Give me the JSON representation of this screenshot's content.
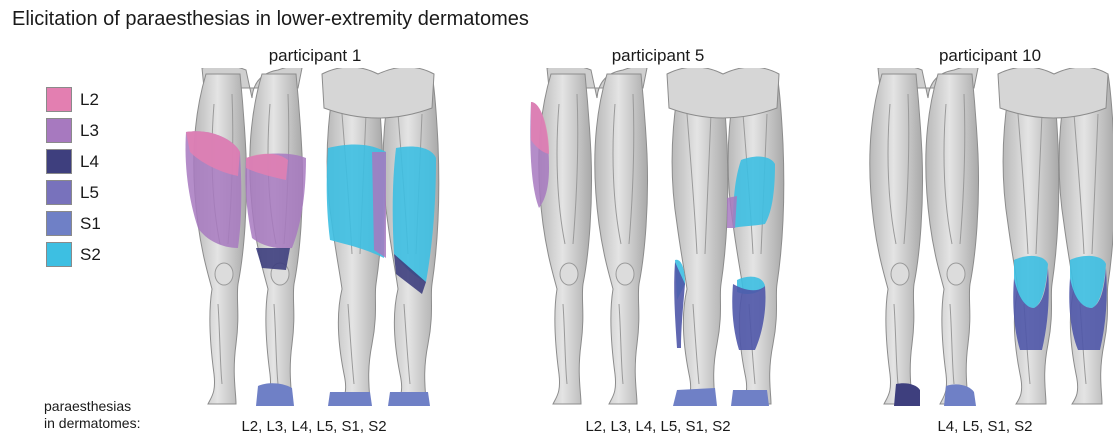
{
  "title": "Elicitation of paraesthesias in lower-extremity dermatomes",
  "legend": [
    {
      "label": "L2",
      "color": "#e37fb1"
    },
    {
      "label": "L3",
      "color": "#a779bf"
    },
    {
      "label": "L4",
      "color": "#3e3f7e"
    },
    {
      "label": "L5",
      "color": "#7872bc"
    },
    {
      "label": "S1",
      "color": "#6f80c6"
    },
    {
      "label": "S2",
      "color": "#3dbfe2"
    }
  ],
  "participants": [
    {
      "label": "participant 1",
      "dermatomes": "L2, L3, L4, L5, S1, S2"
    },
    {
      "label": "participant 5",
      "dermatomes": "L2, L3, L4, L5, S1, S2"
    },
    {
      "label": "participant 10",
      "dermatomes": "L4, L5, S1, S2"
    }
  ],
  "footer": {
    "line1": "paraesthesias",
    "line2": "in dermatomes:"
  }
}
